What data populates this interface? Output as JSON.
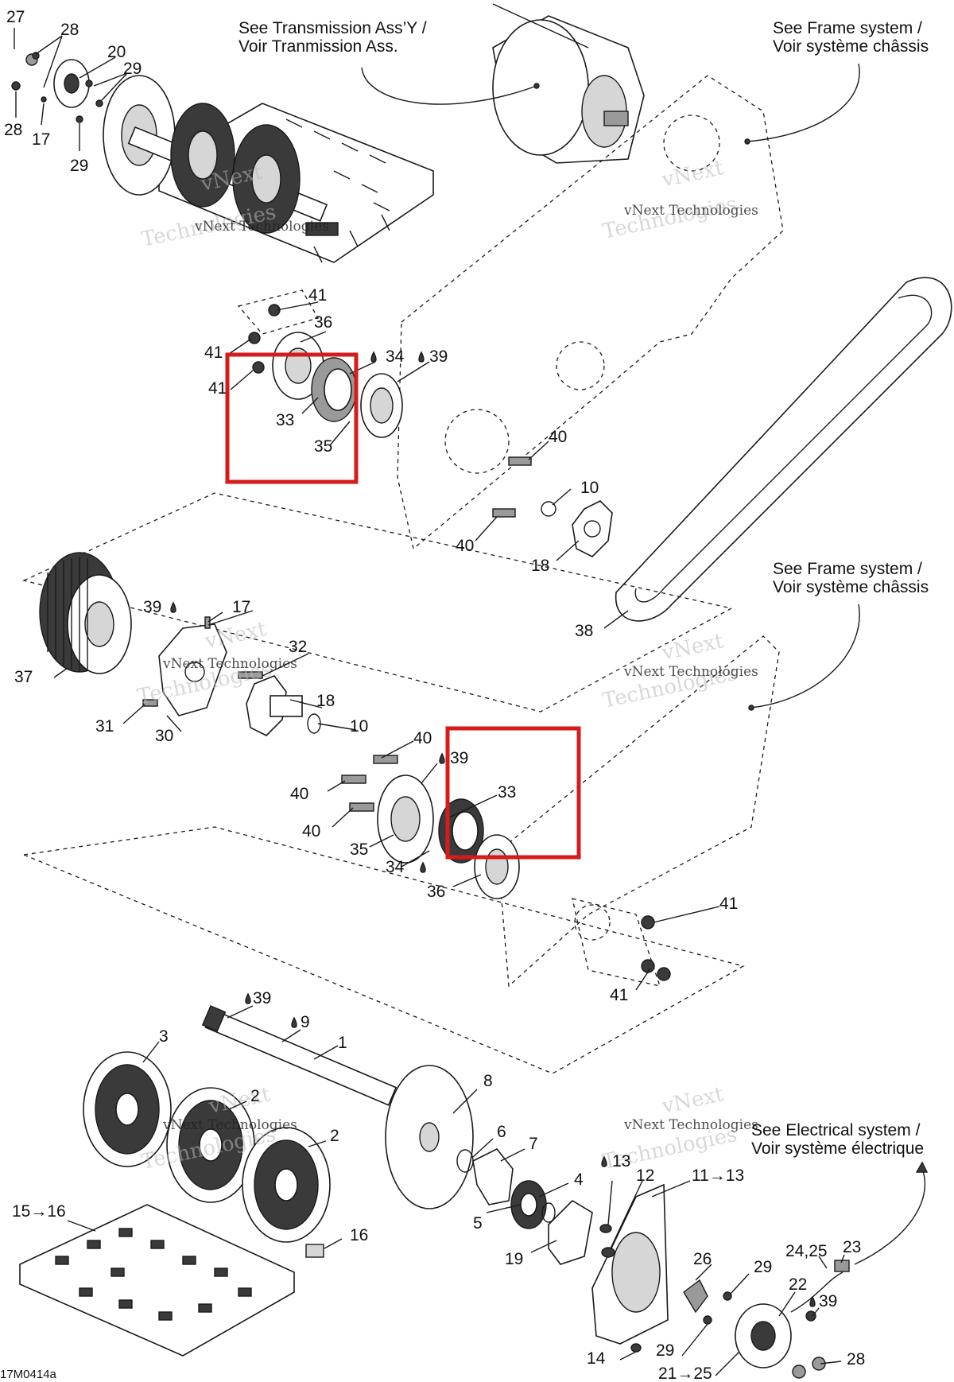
{
  "notes": {
    "transmission": [
      "See Transmission Ass’Y /",
      "Voir Tranmission Ass."
    ],
    "frame_top": [
      "See Frame system /",
      "Voir système châssis"
    ],
    "frame_mid": [
      "See Frame system /",
      "Voir système châssis"
    ],
    "electrical": [
      "See Electrical system /",
      "Voir système électrique"
    ]
  },
  "watermark": {
    "line1": "vNext Technologies",
    "line2": "Technologies",
    "line3": "vNext"
  },
  "diagram_code": "17M0414a",
  "highlight_color": "#d71a1a",
  "callouts": [
    "27",
    "28",
    "20",
    "29",
    "28",
    "17",
    "29",
    "41",
    "36",
    "41",
    "34",
    "39",
    "41",
    "33",
    "35",
    "40",
    "10",
    "40",
    "18",
    "38",
    "39",
    "17",
    "32",
    "37",
    "31",
    "30",
    "18",
    "10",
    "40",
    "39",
    "40",
    "33",
    "40",
    "35",
    "34",
    "36",
    "41",
    "41",
    "39",
    "9",
    "1",
    "3",
    "2",
    "2",
    "8",
    "6",
    "7",
    "4",
    "5",
    "19",
    "13",
    "12",
    "11→13",
    "15→16",
    "16",
    "26",
    "29",
    "24,25",
    "23",
    "22",
    "39",
    "14",
    "29",
    "21→25",
    "28"
  ]
}
